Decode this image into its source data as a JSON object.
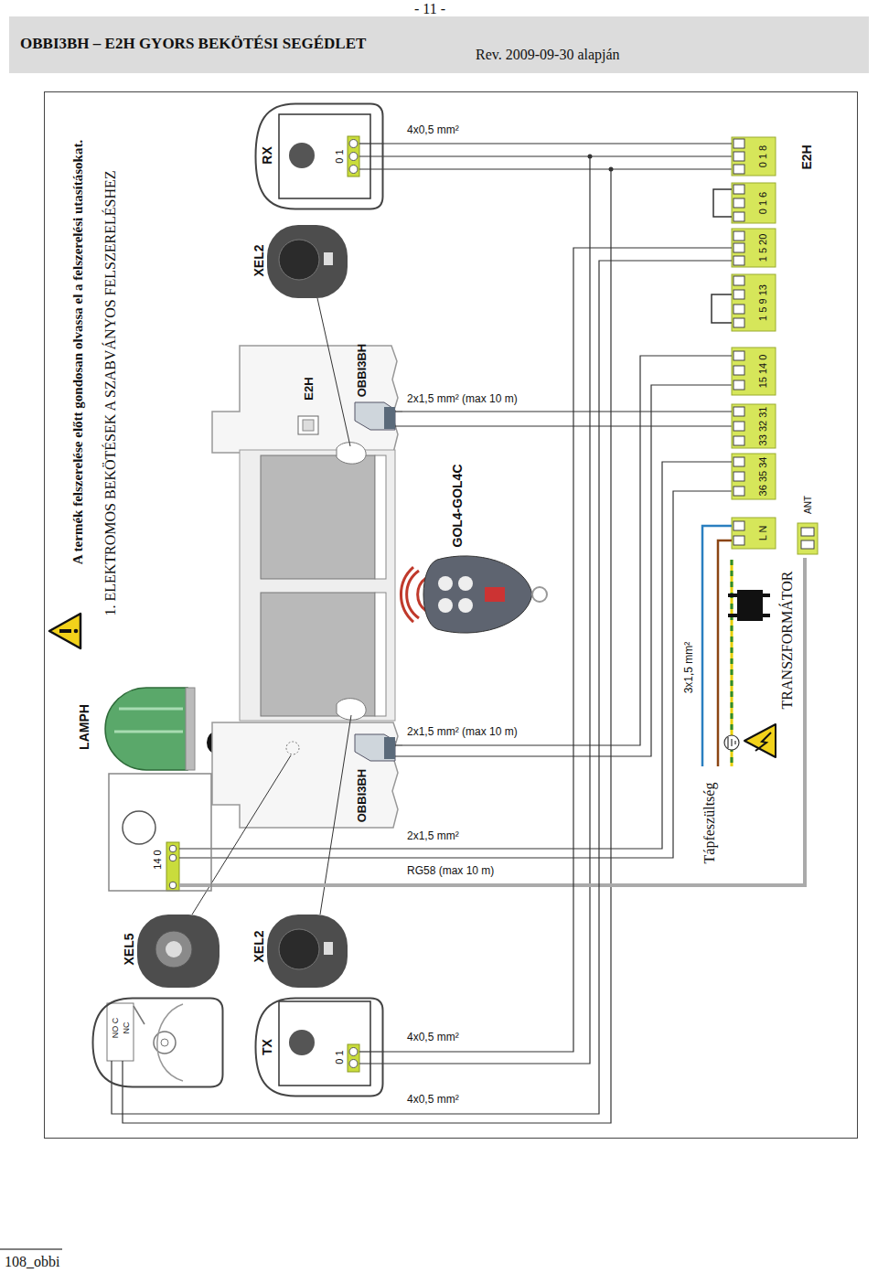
{
  "diagram": {
    "title": "OBBI3BH – E2H GYORS BEKÖTÉSI SEGÉDLET",
    "nodes": [
      {
        "text": [
          "RX",
          "0 1"
        ]
      },
      {
        "text": [
          "OBBI3BH"
        ]
      },
      {
        "text": [
          "E2H",
          "0 1 8",
          "0 1 6",
          "1 5 20",
          "1 5 9 13",
          "15 14 0",
          "33 32 31",
          "36 35 34",
          "L N",
          "ANT"
        ]
      },
      {
        "text": [
          "LAMPH",
          "14 0"
        ]
      },
      {
        "text": [
          "OBBI3BH"
        ]
      },
      {
        "text": [
          "NO C",
          "NC"
        ]
      },
      {
        "text": [
          "TX",
          "0 1"
        ]
      }
    ],
    "edges": [
      {
        "from": 0,
        "to": 2,
        "arrow": "none",
        "label": "4x0,5 mm²"
      },
      {
        "from": 1,
        "to": 2,
        "arrow": "none",
        "label": "2x1,5 mm² (max 10 m)"
      },
      {
        "from": 4,
        "to": 2,
        "arrow": "none",
        "label": "2x1,5 mm² (max 10 m)"
      },
      {
        "from": 3,
        "to": 2,
        "arrow": "none",
        "label": "2x1,5 mm²"
      },
      {
        "from": 3,
        "to": 2,
        "arrow": "none",
        "label": "RG58 (max 10 m)"
      },
      {
        "from": 6,
        "to": 2,
        "arrow": "none",
        "label": "4x0,5 mm²"
      },
      {
        "from": 5,
        "to": 2,
        "arrow": "none",
        "label": "4x0,5 mm²"
      }
    ],
    "labels": [
      "- 11 -",
      "Rev. 2009-09-30 alapján",
      "A termék felszerelése előtt gondosan olvassa el a felszerelési utasításokat.",
      "1. ELEKTROMOS BEKÖTÉSEK A SZABVÁNYOS FELSZERELÉSHEZ",
      "XEL2",
      "E2H",
      "GOL4-GOL4C",
      "3x1,5 mm²",
      "TRANSZFORMÁTOR",
      "Tápfeszültség",
      "XEL5",
      "XEL2",
      "108_obbi"
    ]
  }
}
